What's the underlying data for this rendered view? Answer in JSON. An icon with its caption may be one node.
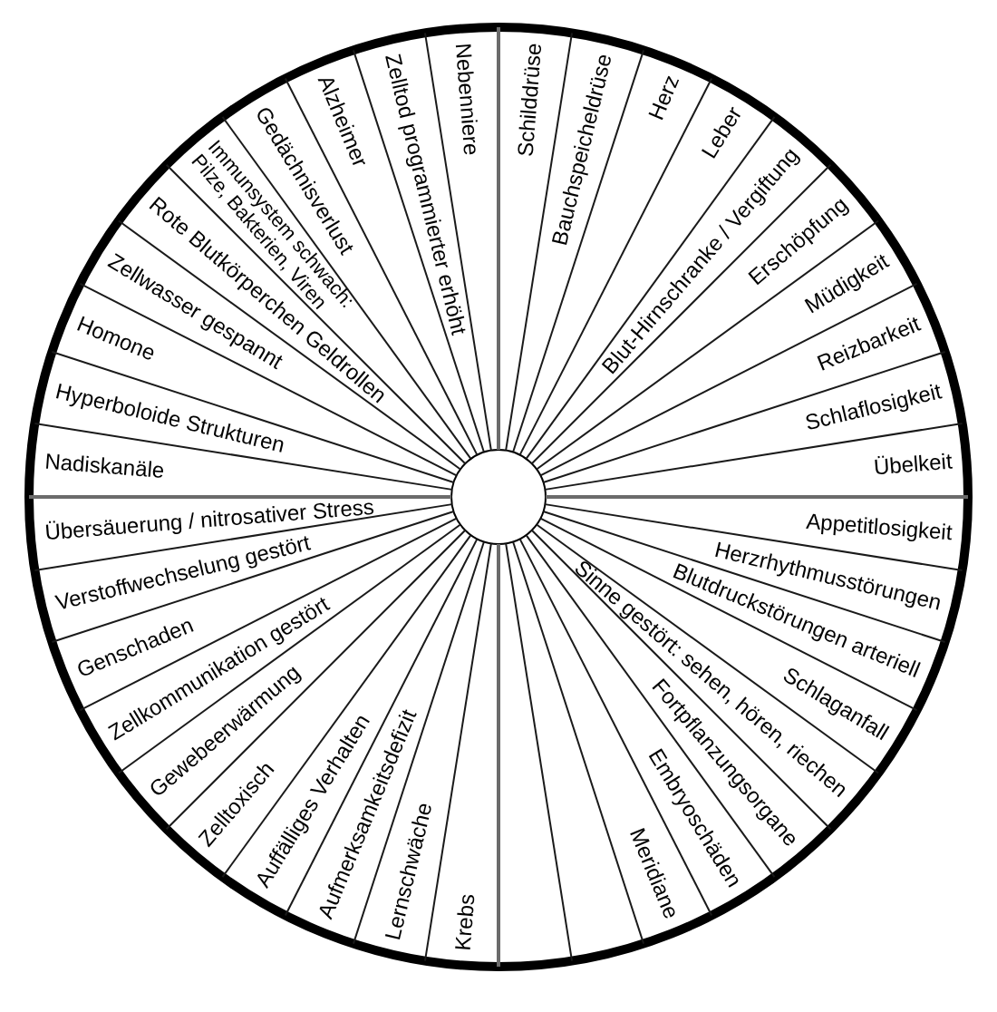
{
  "diagram": {
    "nodes": [
      {
        "text": [
          "Schilddrüse"
        ]
      },
      {
        "text": [
          "Bauchspeicheldrüse"
        ]
      },
      {
        "text": [
          "Herz"
        ]
      },
      {
        "text": [
          "Leber"
        ]
      },
      {
        "text": [
          "Blut-Hirnschranke / Vergiftung"
        ]
      },
      {
        "text": [
          "Erschöpfung"
        ]
      },
      {
        "text": [
          "Müdigkeit"
        ]
      },
      {
        "text": [
          "Reizbarkeit"
        ]
      },
      {
        "text": [
          "Schlaflosigkeit"
        ]
      },
      {
        "text": [
          "Übelkeit"
        ]
      },
      {
        "text": [
          "Appetitlosigkeit"
        ]
      },
      {
        "text": [
          "Herzrhythmusstörungen"
        ]
      },
      {
        "text": [
          "Blutdruckstörungen arteriell"
        ]
      },
      {
        "text": [
          "Schlaganfall"
        ]
      },
      {
        "text": [
          "Sinne gestört: sehen, hören, riechen"
        ]
      },
      {
        "text": [
          "Fortpflanzungsorgane"
        ]
      },
      {
        "text": [
          "Embryoschäden"
        ]
      },
      {
        "text": [
          "Meridiane"
        ]
      },
      {
        "text": [],
        "shape": "wedge"
      },
      {
        "text": [],
        "shape": "wedge"
      },
      {
        "text": [
          "Krebs"
        ]
      },
      {
        "text": [
          "Lernschwäche"
        ]
      },
      {
        "text": [
          "Aufmerksamkeitsdefizit"
        ]
      },
      {
        "text": [
          "Auffälliges Verhalten"
        ]
      },
      {
        "text": [
          "Zelltoxisch"
        ]
      },
      {
        "text": [
          "Gewebeerwärmung"
        ]
      },
      {
        "text": [
          "Zellkommunikation gestört"
        ]
      },
      {
        "text": [
          "Genschaden"
        ]
      },
      {
        "text": [
          "Verstoffwechselung gestört"
        ]
      },
      {
        "text": [
          "Übersäuerung / nitrosativer Stress"
        ]
      },
      {
        "text": [
          "Nadiskanäle"
        ]
      },
      {
        "text": [
          "Hyperboloide Strukturen"
        ]
      },
      {
        "text": [
          "Homone"
        ]
      },
      {
        "text": [
          "Zellwasser gespannt"
        ]
      },
      {
        "text": [
          "Rote Blutkörperchen Geldrollen"
        ]
      },
      {
        "text": [
          "Immunsystem schwach: Pilze, Bakterien, Viren"
        ]
      },
      {
        "text": [
          "Gedächnisverlust"
        ]
      },
      {
        "text": [
          "Alzheimer"
        ]
      },
      {
        "text": [
          "Zelltod programmierter erhöht"
        ]
      },
      {
        "text": [
          "Nebenniere"
        ]
      }
    ]
  }
}
